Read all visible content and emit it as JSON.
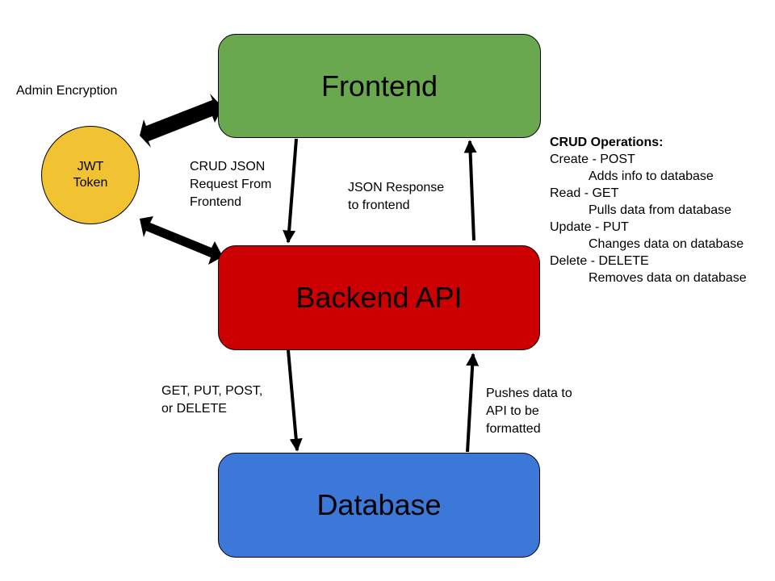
{
  "diagram": {
    "frontend_label": "Frontend",
    "backend_label": "Backend API",
    "database_label": "Database",
    "token": {
      "line1": "JWT",
      "line2": "Token"
    },
    "admin_label": "Admin Encryption",
    "request_label": [
      "CRUD JSON",
      "Request From",
      "Frontend"
    ],
    "response_label": [
      "JSON Response",
      "to frontend"
    ],
    "methods_label": [
      "GET, PUT, POST,",
      "or DELETE"
    ],
    "push_label": [
      "Pushes data to",
      "API to be",
      "formatted"
    ],
    "crud": {
      "title": "CRUD Operations:",
      "items": [
        {
          "op": "Create - POST",
          "desc": "Adds info to database"
        },
        {
          "op": "Read - GET",
          "desc": "Pulls data from database"
        },
        {
          "op": "Update - PUT",
          "desc": "Changes data on database"
        },
        {
          "op": "Delete - DELETE",
          "desc": "Removes data on database"
        }
      ]
    }
  },
  "colors": {
    "frontend": "#6aa84f",
    "backend": "#cc0000",
    "database": "#3c78d8",
    "token": "#f1c232"
  }
}
